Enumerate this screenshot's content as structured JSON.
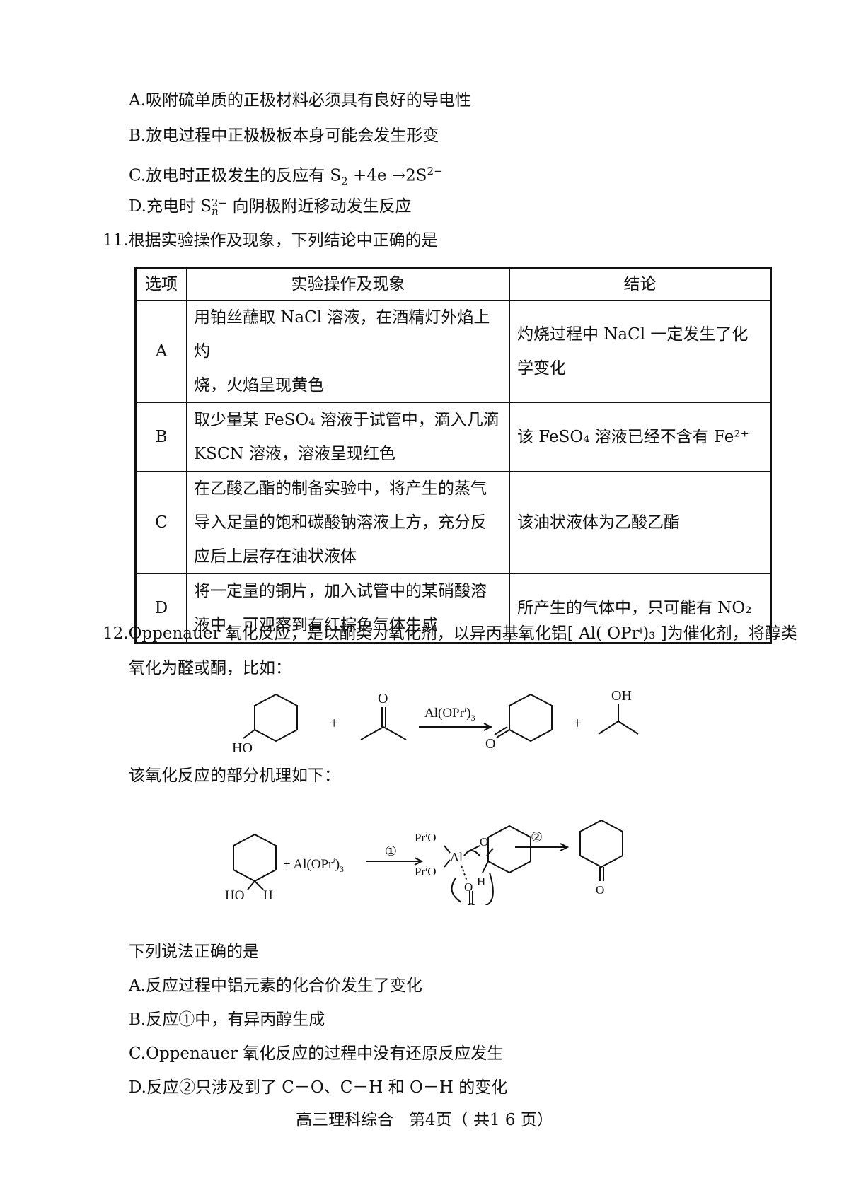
{
  "q10_options": [
    {
      "label": "A.",
      "text": "吸附硫单质的正极材料必须具有良好的导电性"
    },
    {
      "label": "B.",
      "text": "放电过程中正极极板本身可能会发生形变"
    },
    {
      "label": "C.",
      "text_prefix": "放电时正极发生的反应有 S",
      "sub": "2",
      "text_mid": " +4e ",
      "arrow": "→",
      "text_suffix": "2S",
      "sup": "2−"
    },
    {
      "label": "D.",
      "text_prefix": "充电时 S",
      "sup": "2−",
      "sub": "n",
      "text_suffix": " 向阴极附近移动发生反应"
    }
  ],
  "q11": {
    "number": "11.",
    "stem": "根据实验操作及现象，下列结论中正确的是",
    "headers": [
      "选项",
      "实验操作及现象",
      "结论"
    ],
    "rows": [
      {
        "option": "A",
        "phenomenon": "用铂丝蘸取 NaCl 溶液，在酒精灯外焰上灼\n烧，火焰呈现黄色",
        "conclusion": "灼烧过程中 NaCl 一定发生了化\n学变化"
      },
      {
        "option": "B",
        "phenomenon": "取少量某 FeSO₄ 溶液于试管中，滴入几滴\nKSCN 溶液，溶液呈现红色",
        "conclusion": "该 FeSO₄ 溶液已经不含有 Fe²⁺"
      },
      {
        "option": "C",
        "phenomenon": "在乙酸乙酯的制备实验中，将产生的蒸气\n导入足量的饱和碳酸钠溶液上方，充分反\n应后上层存在油状液体",
        "conclusion": "该油状液体为乙酸乙酯"
      },
      {
        "option": "D",
        "phenomenon": "将一定量的铜片，加入试管中的某硝酸溶\n液中，可观察到有红棕色气体生成",
        "conclusion": "所产生的气体中，只可能有 NO₂"
      }
    ]
  },
  "q12": {
    "number": "12.",
    "stem_line1": "Oppenauer 氧化反应，是以酮类为氧化剂，以异丙基氧化铝[ Al( OPrⁱ)₃ ]为催化剂，将醇类",
    "stem_line2": "氧化为醛或酮，比如：",
    "scheme1": {
      "reactant_label": "HO",
      "plus1": "+",
      "ketone_o": "O",
      "catalyst": "Al(OPr",
      "catalyst_sup": "i",
      "catalyst_sub": "3",
      "product_o": "O",
      "plus2": "+",
      "alcohol_oh": "OH"
    },
    "mechanism_intro": "该氧化反应的部分机理如下：",
    "scheme2": {
      "reactant_ho": "HO",
      "reactant_h": "H",
      "plus": "+ Al(OPr",
      "plus_sup": "i",
      "plus_sub": "3",
      "step1": "①",
      "pro1": "Pr",
      "pro1_sup": "i",
      "pro1_o": "O",
      "pro2": "Pr",
      "pro2_sup": "i",
      "pro2_o": "O",
      "al": "Al",
      "o_ring": "O",
      "h_ring": "H",
      "o_ketone": "O",
      "step2": "②",
      "product_o": "O"
    },
    "question": "下列说法正确的是",
    "options": [
      {
        "label": "A.",
        "text": "反应过程中铝元素的化合价发生了变化"
      },
      {
        "label": "B.",
        "text": "反应①中，有异丙醇生成"
      },
      {
        "label": "C.",
        "text": "Oppenauer 氧化反应的过程中没有还原反应发生"
      },
      {
        "label": "D.",
        "text": "反应②只涉及到了 C－O、C－H 和 O－H 的变化"
      }
    ]
  },
  "footer": {
    "text": "高三理科综合   第4页（ 共1 6 页）"
  }
}
